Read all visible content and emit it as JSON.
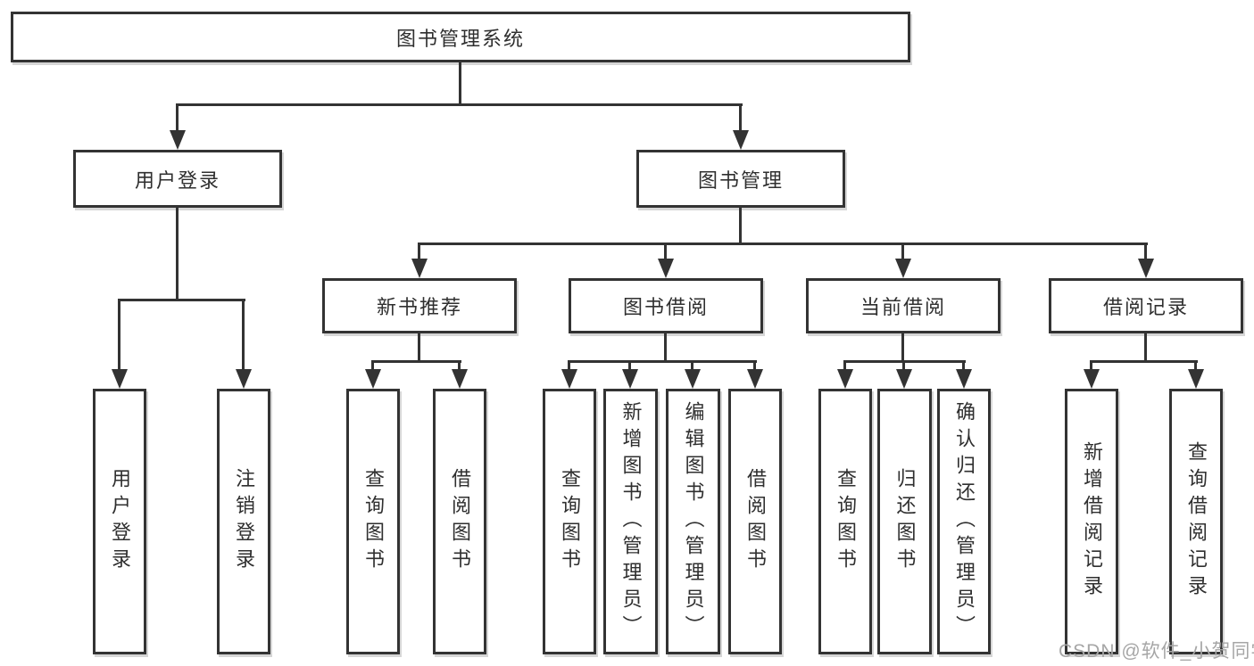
{
  "title": {
    "root": "图书管理系统"
  },
  "level2": {
    "user_login": "用户登录",
    "book_mgmt": "图书管理"
  },
  "level3": {
    "new_book_rec": "新书推荐",
    "book_borrow": "图书借阅",
    "current_borrow": "当前借阅",
    "borrow_records": "借阅记录"
  },
  "leaves": {
    "user_login": [
      "用户登录",
      "注销登录"
    ],
    "new_book_rec": [
      "查询图书",
      "借阅图书"
    ],
    "book_borrow": [
      "查询图书",
      "新增图书（管理员）",
      "编辑图书（管理员）",
      "借阅图书"
    ],
    "current_borrow": [
      "查询图书",
      "归还图书",
      "确认归还（管理员）"
    ],
    "borrow_records": [
      "新增借阅记录",
      "查询借阅记录"
    ]
  },
  "watermark": "CSDN @软件_小贺同学",
  "colors": {
    "line": "#333333",
    "text": "#2f2f2f",
    "watermark": "#a6a6a6",
    "background": "#ffffff"
  }
}
